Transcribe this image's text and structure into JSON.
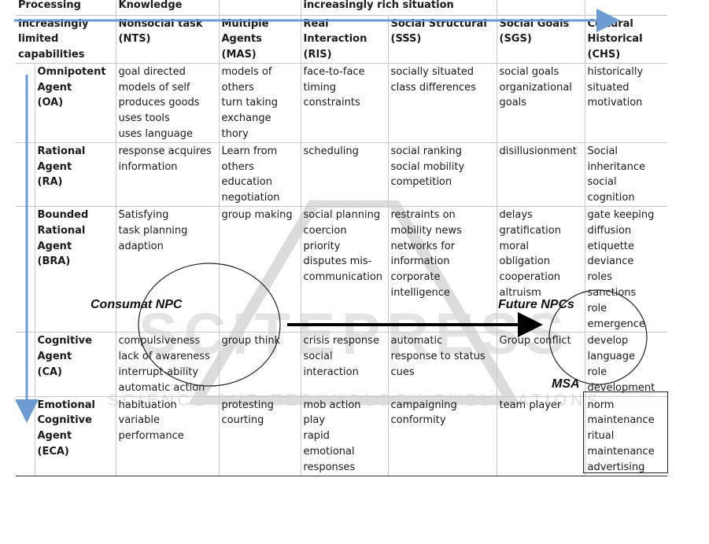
{
  "watermark": {
    "big": "SCITEPRESS",
    "small": "SCIENCE AND TECHNOLOGY PUBLICATIONS"
  },
  "header_row1": [
    "Processing",
    "Knowledge",
    "",
    "increasingly rich situation"
  ],
  "header_row2": [
    "Increasingly limited capabilities",
    "Nonsocial task (NTS)",
    "Multiple Agents (MAS)",
    "Real Interaction (RIS)",
    "Social Structural (SSS)",
    "Social Goals (SGS)",
    "Cultural Historical (CHS)"
  ],
  "rows": [
    {
      "agent": "Omnipotent\nAgent\n(OA)",
      "cells": [
        "goal directed\nmodels of self\nproduces goods\nuses tools\nuses language",
        "models of\nothers\nturn taking\nexchange\nthory",
        "face-to-face\ntiming\nconstraints",
        "socially situated\nclass differences",
        "social goals\norganizational\ngoals",
        "historically\nsituated\nmotivation"
      ]
    },
    {
      "agent": "Rational\nAgent\n(RA)",
      "cells": [
        "response acquires\ninformation",
        "Learn from\nothers\neducation\nnegotiation",
        "scheduling",
        "social ranking\nsocial mobility\ncompetition",
        "disillusionment",
        "Social\ninheritance\nsocial\ncognition"
      ]
    },
    {
      "agent": "Bounded\nRational\nAgent\n(BRA)",
      "cells": [
        "Satisfying\ntask planning\nadaption",
        "group making",
        "social planning\ncoercion\npriority\ndisputes    mis-\ncommunication",
        "restraints on\nmobility    news\nnetworks for\ninformation\ncorporate\nintelligence",
        "delays\ngratification\nmoral\nobligation\ncooperation\naltruism",
        "gate keeping\ndiffusion\netiquette\ndeviance\nroles\nsanctions\nrole\nemergence"
      ]
    },
    {
      "agent": "Cognitive\nAgent\n(CA)",
      "cells": [
        "compulsiveness\nlack of awareness\ninterrupt-ability\nautomatic action",
        "group think",
        "crisis response\nsocial\ninteraction",
        "automatic\nresponse to status\ncues",
        "Group conflict",
        "develop\nlanguage\nrole\ndevelopment"
      ]
    },
    {
      "agent": "Emotional\nCognitive\nAgent\n(ECA)",
      "cells": [
        "habituation\nvariable\nperformance",
        "protesting\ncourting",
        "mob action\nplay\nrapid\nemotional\nresponses",
        "campaigning\nconformity",
        "team player",
        "norm\nmaintenance\nritual\nmaintenance\nadvertising"
      ]
    }
  ],
  "annotations": {
    "consumat": "Consumat NPC",
    "future": "Future NPCs",
    "msa": "MSA"
  },
  "colors": {
    "arrow_blue": "#6b9bd1",
    "grid": "#c9c9c9",
    "text": "#1a1a1a"
  }
}
